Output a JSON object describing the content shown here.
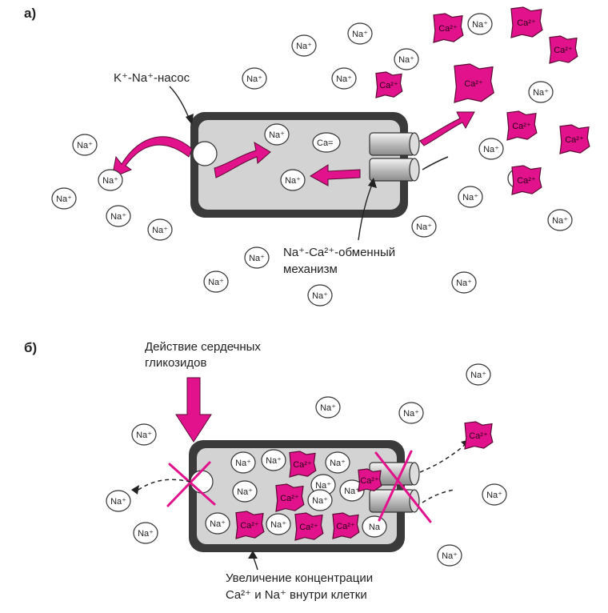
{
  "panel_a": {
    "letter": "а)",
    "pump_label": "K⁺-Na⁺-насос",
    "exchanger_label_line1": "Na⁺-Ca²⁺-обменный",
    "exchanger_label_line2": "механизм",
    "na_label": "Na⁺",
    "ca_label": "Ca²⁺",
    "ca_small_label": "Ca="
  },
  "panel_b": {
    "letter": "б)",
    "glycoside_label_line1": "Действие сердечных",
    "glycoside_label_line2": "гликозидов",
    "increase_label_line1": "Увеличение концентрации",
    "increase_label_line2": "Ca²⁺ и Na⁺ внутри клетки",
    "na_label": "Na⁺",
    "ca_label": "Ca²⁺",
    "na_small_label": "Na"
  },
  "colors": {
    "accent_magenta": "#e2128c",
    "cell_border": "#3a3a3a",
    "cell_fill": "#d3d3d3"
  }
}
